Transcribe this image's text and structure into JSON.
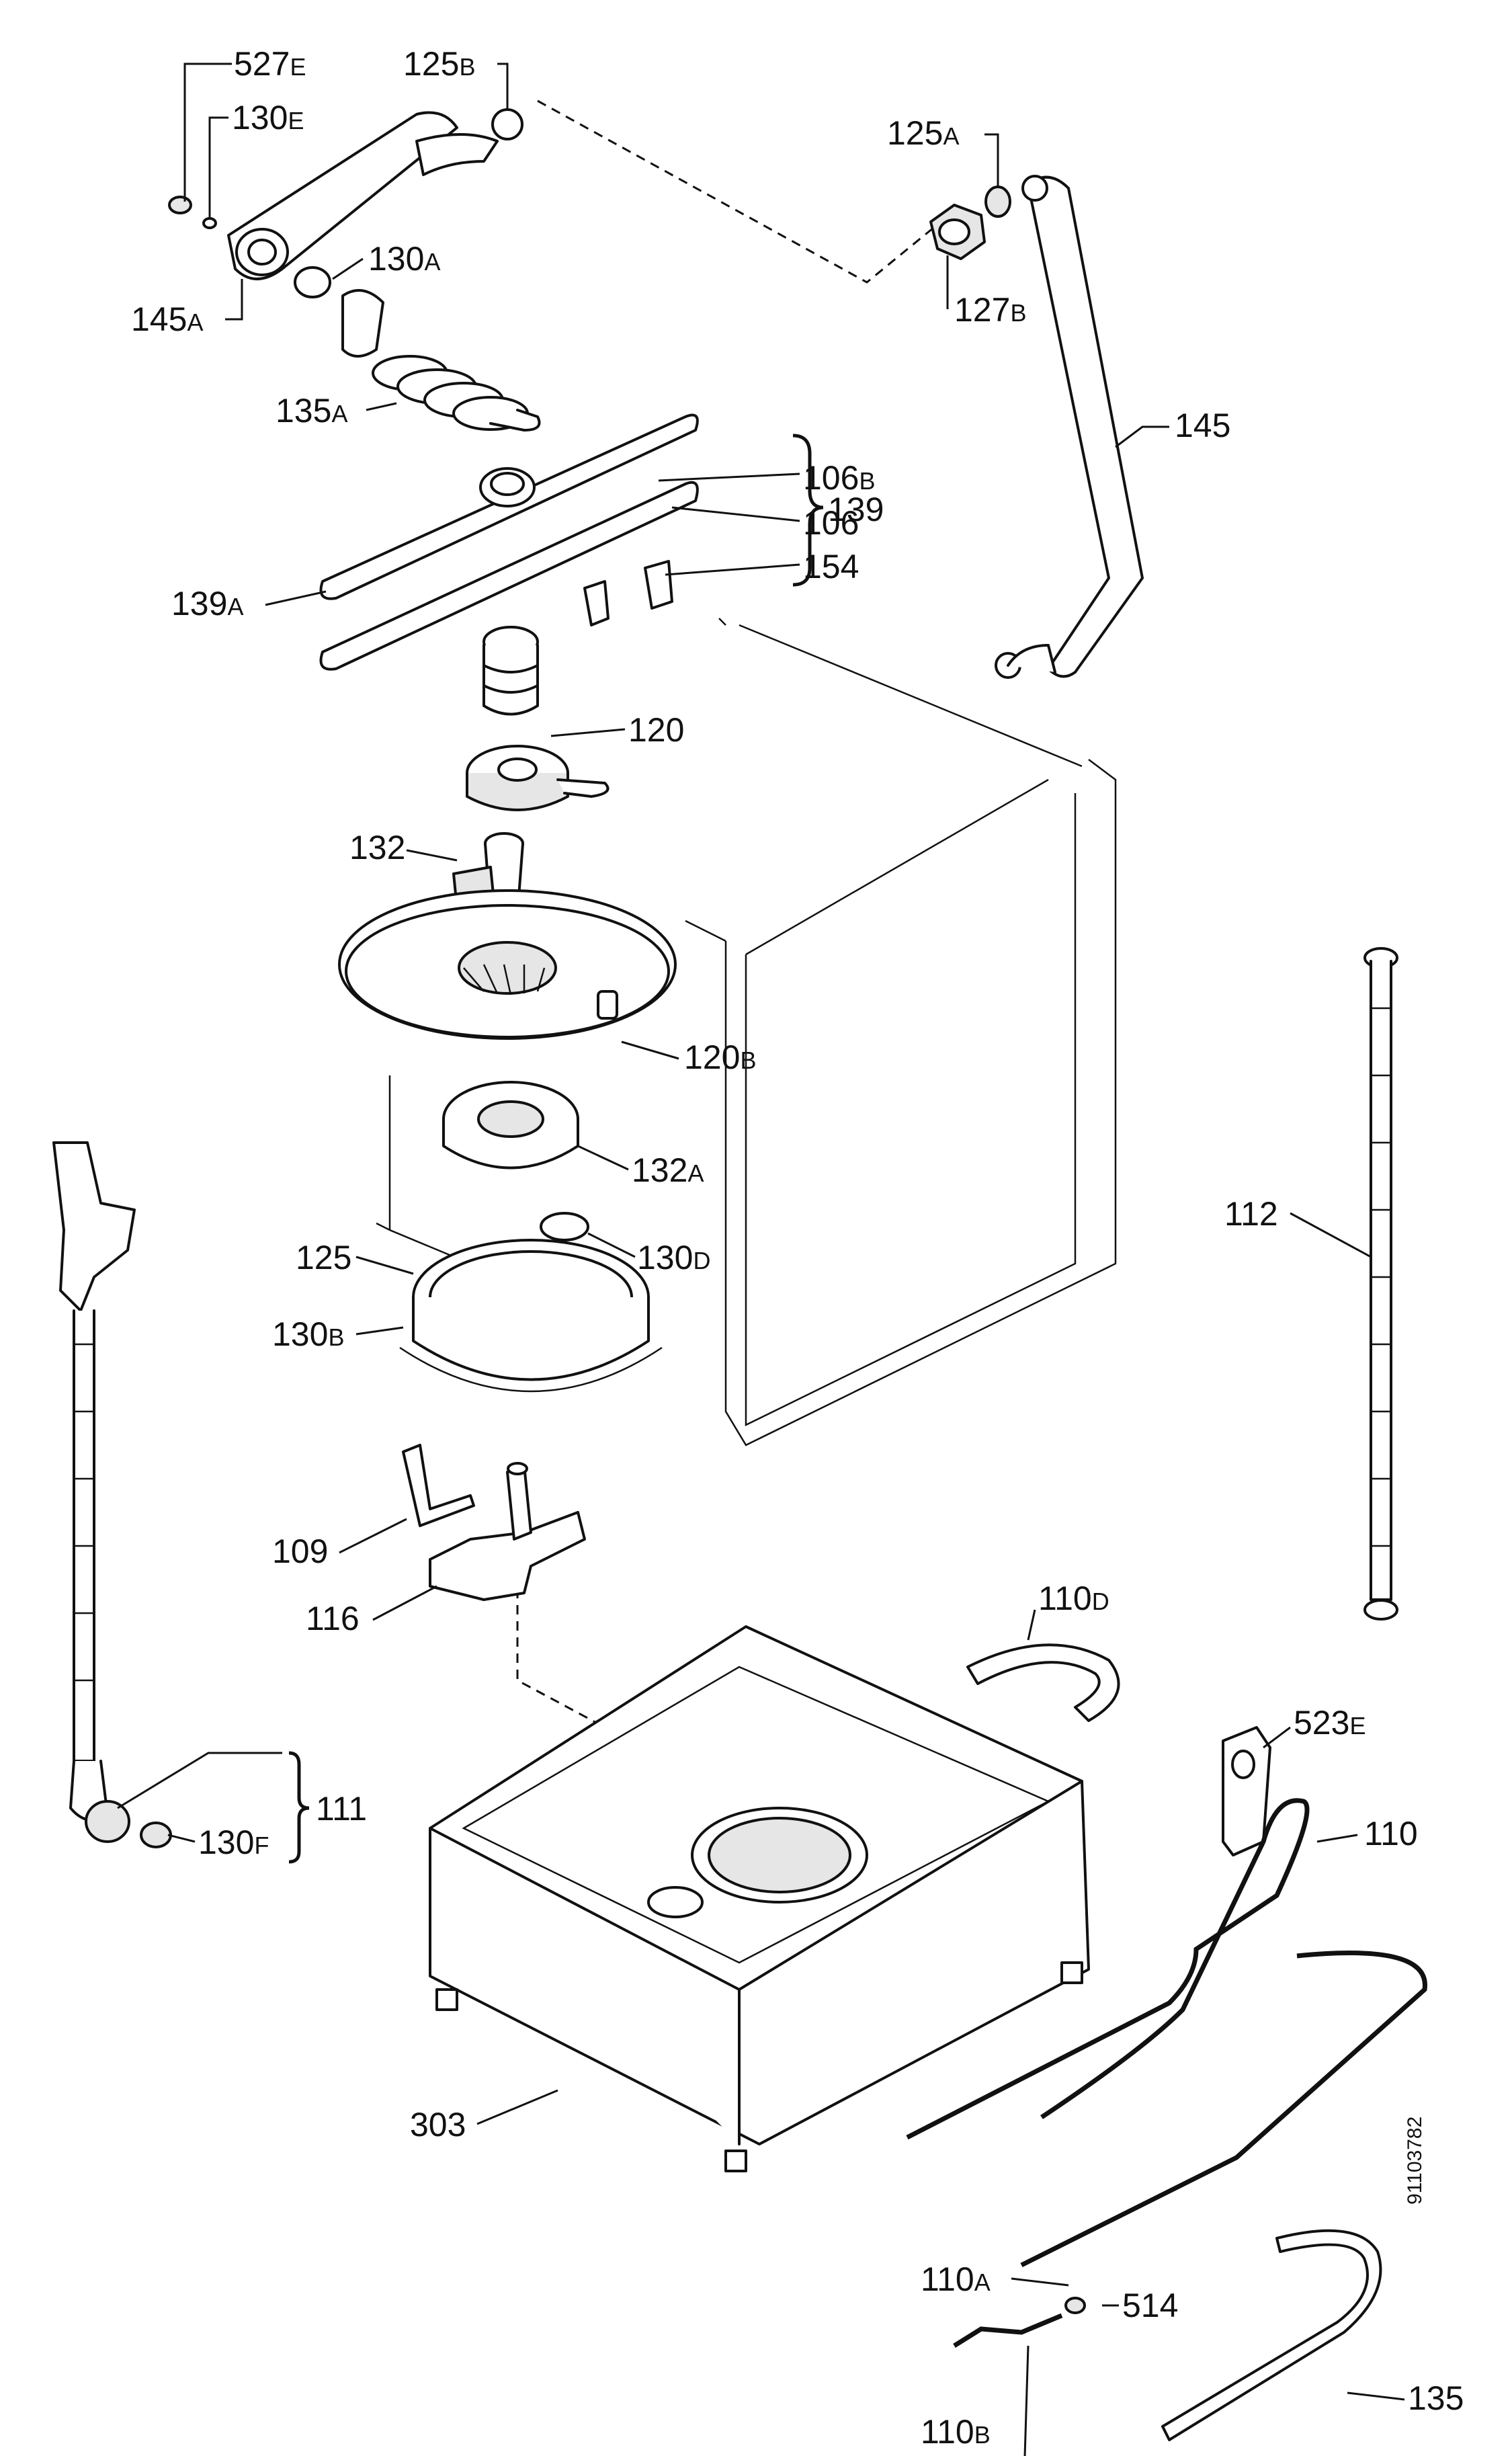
{
  "diagram": {
    "document_id": "91103782",
    "labels": [
      {
        "id": "527E",
        "num": "527",
        "suffix": "E"
      },
      {
        "id": "130E",
        "num": "130",
        "suffix": "E"
      },
      {
        "id": "125B",
        "num": "125",
        "suffix": "B"
      },
      {
        "id": "145A",
        "num": "145",
        "suffix": "A"
      },
      {
        "id": "130A",
        "num": "130",
        "suffix": "A"
      },
      {
        "id": "135A",
        "num": "135",
        "suffix": "A"
      },
      {
        "id": "125A",
        "num": "125",
        "suffix": "A"
      },
      {
        "id": "127B",
        "num": "127",
        "suffix": "B"
      },
      {
        "id": "145",
        "num": "145",
        "suffix": ""
      },
      {
        "id": "106B",
        "num": "106",
        "suffix": "B"
      },
      {
        "id": "106",
        "num": "106",
        "suffix": ""
      },
      {
        "id": "154",
        "num": "154",
        "suffix": ""
      },
      {
        "id": "139",
        "num": "139",
        "suffix": ""
      },
      {
        "id": "139A",
        "num": "139",
        "suffix": "A"
      },
      {
        "id": "120",
        "num": "120",
        "suffix": ""
      },
      {
        "id": "132",
        "num": "132",
        "suffix": ""
      },
      {
        "id": "120B",
        "num": "120",
        "suffix": "B"
      },
      {
        "id": "132A",
        "num": "132",
        "suffix": "A"
      },
      {
        "id": "112",
        "num": "112",
        "suffix": ""
      },
      {
        "id": "125",
        "num": "125",
        "suffix": ""
      },
      {
        "id": "130D",
        "num": "130",
        "suffix": "D"
      },
      {
        "id": "130B",
        "num": "130",
        "suffix": "B"
      },
      {
        "id": "109",
        "num": "109",
        "suffix": ""
      },
      {
        "id": "116",
        "num": "116",
        "suffix": ""
      },
      {
        "id": "110D",
        "num": "110",
        "suffix": "D"
      },
      {
        "id": "111",
        "num": "111",
        "suffix": ""
      },
      {
        "id": "130F",
        "num": "130",
        "suffix": "F"
      },
      {
        "id": "523E",
        "num": "523",
        "suffix": "E"
      },
      {
        "id": "110",
        "num": "110",
        "suffix": ""
      },
      {
        "id": "303",
        "num": "303",
        "suffix": ""
      },
      {
        "id": "110A",
        "num": "110",
        "suffix": "A"
      },
      {
        "id": "514",
        "num": "514",
        "suffix": ""
      },
      {
        "id": "135",
        "num": "135",
        "suffix": ""
      },
      {
        "id": "110B",
        "num": "110",
        "suffix": "B"
      }
    ]
  }
}
